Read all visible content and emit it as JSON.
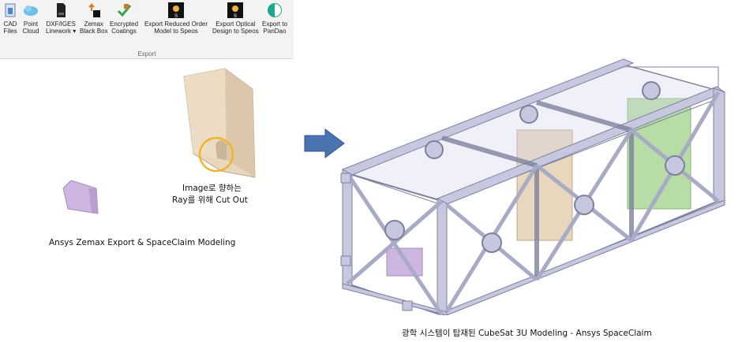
{
  "ribbon": {
    "buttons": [
      {
        "label1": "CAD",
        "label2": "Files",
        "icon": "cad-files-icon"
      },
      {
        "label1": "Point",
        "label2": "Cloud",
        "icon": "point-cloud-icon"
      },
      {
        "label1": "DXF/IGES",
        "label2": "Linework ▾",
        "icon": "dxf-iges-icon"
      },
      {
        "label1": "Zemax",
        "label2": "Black Box",
        "icon": "zemax-black-box-icon"
      },
      {
        "label1": "Encrypted",
        "label2": "Coatings",
        "icon": "encrypted-coatings-icon"
      },
      {
        "label1": "Export Reduced Order",
        "label2": "Model to Speos",
        "icon": "speos-reduced-order-icon"
      },
      {
        "label1": "Export Optical",
        "label2": "Design to Speos",
        "icon": "speos-optical-design-icon"
      },
      {
        "label1": "Export to",
        "label2": "PanDao",
        "icon": "pandao-icon"
      }
    ],
    "group_label": "Export"
  },
  "captions": {
    "cutout_line1": "Image로 향하는",
    "cutout_line2": "Ray를 위해 Cut Out",
    "left_caption": "Ansys Zemax Export & SpaceClaim Modeling",
    "right_caption": "광학 시스템이 탑재된 CubeSat 3U Modeling - Ansys SpaceClaim"
  },
  "colors": {
    "frame": "#c5c8df",
    "frame_edge": "#7d819c",
    "optic_block": "#e8d6bd",
    "green_module": "#b7dca5",
    "purple_block": "#cdb6e0",
    "arrow": "#4a74b0",
    "highlight_ring": "#f0b429"
  }
}
